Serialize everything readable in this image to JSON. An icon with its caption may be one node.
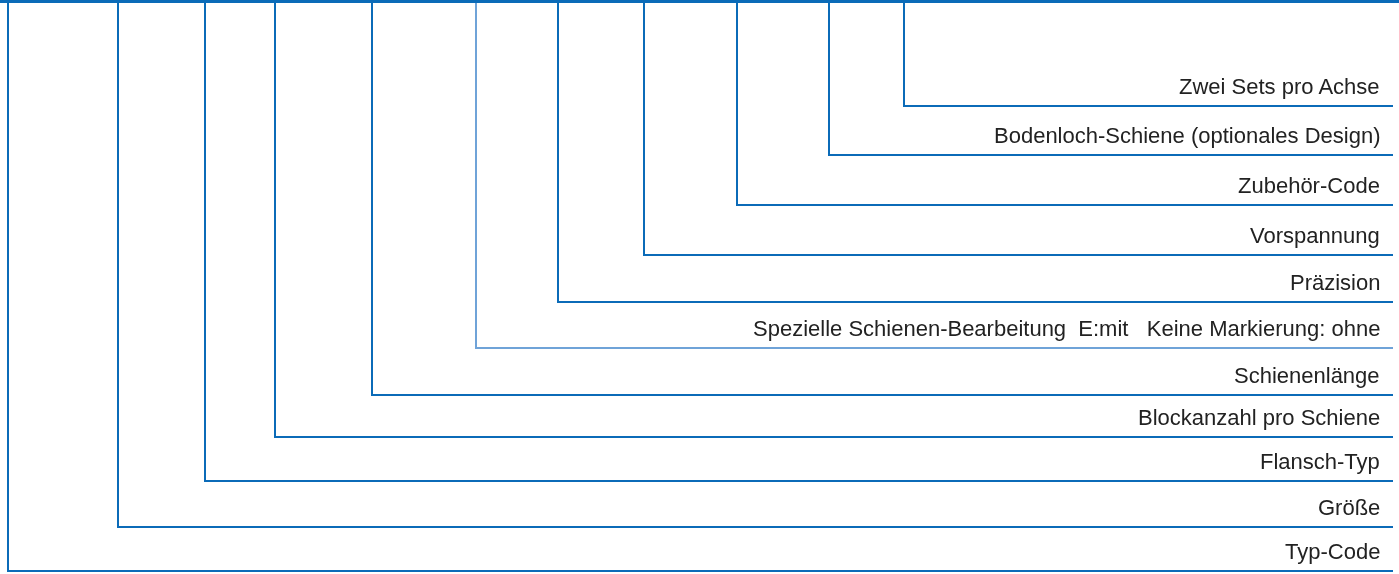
{
  "diagram": {
    "nodes": [
      {
        "text": [
          "Zwei Sets pro Achse"
        ]
      },
      {
        "text": [
          "Bodenloch-Schiene (optionales Design)"
        ]
      },
      {
        "text": [
          "Zubehör-Code"
        ]
      },
      {
        "text": [
          "Vorspannung"
        ]
      },
      {
        "text": [
          "Präzision"
        ]
      },
      {
        "text": [
          "Spezielle Schienen-Bearbeitung  E:mit   Keine Markierung: ohne"
        ]
      },
      {
        "text": [
          "Schienenlänge"
        ]
      },
      {
        "text": [
          "Blockanzahl pro Schiene"
        ]
      },
      {
        "text": [
          "Flansch-Typ"
        ]
      },
      {
        "text": [
          "Größe"
        ]
      },
      {
        "text": [
          "Typ-Code"
        ]
      }
    ],
    "edges": [
      {
        "from": 0,
        "to": null,
        "arrow": "none"
      },
      {
        "from": 1,
        "to": null,
        "arrow": "none"
      },
      {
        "from": 2,
        "to": null,
        "arrow": "none"
      },
      {
        "from": 3,
        "to": null,
        "arrow": "none"
      },
      {
        "from": 4,
        "to": null,
        "arrow": "none"
      },
      {
        "from": 5,
        "to": null,
        "arrow": "none",
        "color": "#6fa3d8"
      },
      {
        "from": 6,
        "to": null,
        "arrow": "none"
      },
      {
        "from": 7,
        "to": null,
        "arrow": "none"
      },
      {
        "from": 8,
        "to": null,
        "arrow": "none"
      },
      {
        "from": 9,
        "to": null,
        "arrow": "none"
      },
      {
        "from": 10,
        "to": null,
        "arrow": "none"
      }
    ]
  }
}
